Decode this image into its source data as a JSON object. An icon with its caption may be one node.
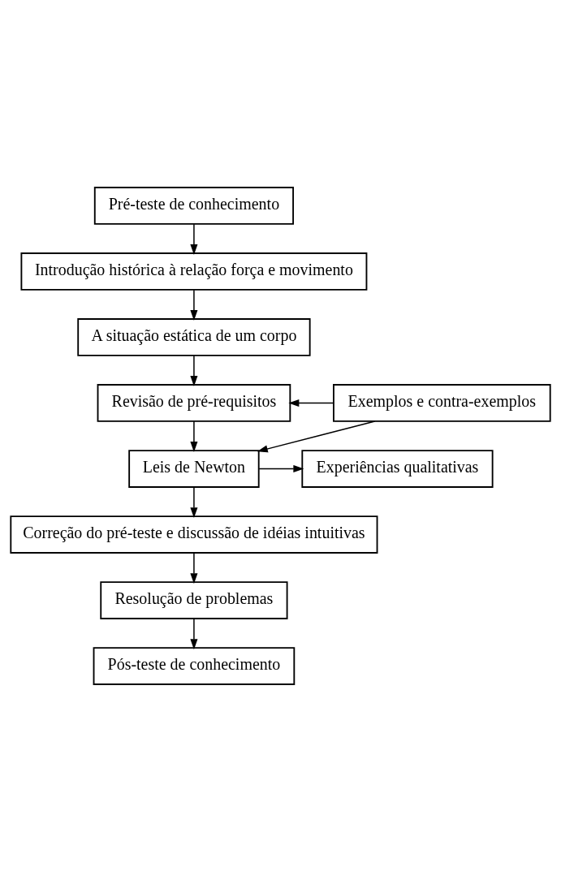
{
  "diagram": {
    "nodes": [
      {
        "text": [
          "Pré-teste de conhecimento"
        ]
      },
      {
        "text": [
          "Introdução histórica à relação força e movimento"
        ]
      },
      {
        "text": [
          "A situação estática de um corpo"
        ]
      },
      {
        "text": [
          "Revisão de pré-requisitos"
        ]
      },
      {
        "text": [
          "Leis de Newton"
        ]
      },
      {
        "text": [
          "Correção do pré-teste e discussão de idéias intuitivas"
        ]
      },
      {
        "text": [
          "Resolução de problemas"
        ]
      },
      {
        "text": [
          "Pós-teste de conhecimento"
        ]
      },
      {
        "text": [
          "Exemplos e contra-exemplos"
        ]
      },
      {
        "text": [
          "Experiências qualitativas"
        ]
      }
    ],
    "edges": [
      {
        "from": 0,
        "to": 1,
        "arrow": "to"
      },
      {
        "from": 1,
        "to": 2,
        "arrow": "to"
      },
      {
        "from": 2,
        "to": 3,
        "arrow": "to"
      },
      {
        "from": 3,
        "to": 4,
        "arrow": "to"
      },
      {
        "from": 8,
        "to": 3,
        "arrow": "to"
      },
      {
        "from": 8,
        "to": 4,
        "arrow": "to"
      },
      {
        "from": 4,
        "to": 9,
        "arrow": "to"
      },
      {
        "from": 4,
        "to": 5,
        "arrow": "to"
      },
      {
        "from": 5,
        "to": 6,
        "arrow": "to"
      },
      {
        "from": 6,
        "to": 7,
        "arrow": "to"
      }
    ]
  }
}
